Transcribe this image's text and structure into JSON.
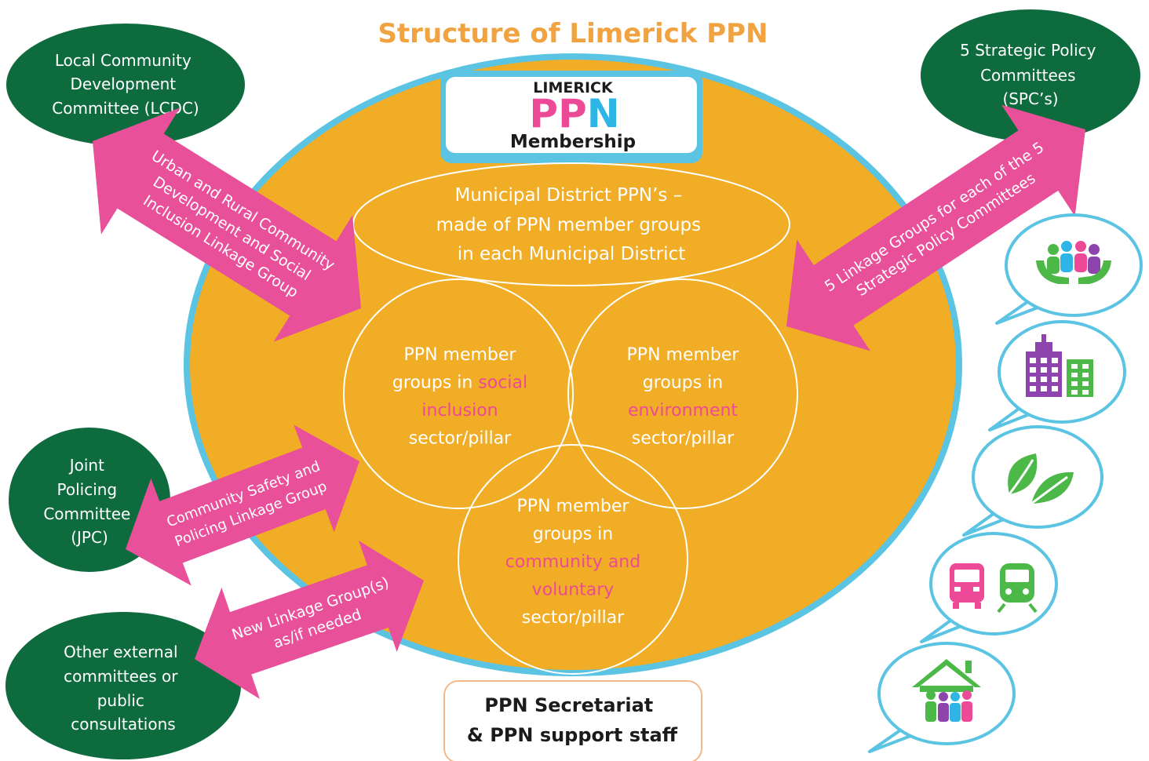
{
  "title": "Structure of Limerick PPN",
  "logo": {
    "top": "LIMERICK",
    "letters": [
      "P",
      "P",
      "N"
    ],
    "bottom": "Membership"
  },
  "municipal": {
    "lines": [
      "Municipal District PPN’s –",
      "made of PPN member groups",
      "in each Municipal District"
    ]
  },
  "pillars": {
    "social": {
      "lines": [
        [
          {
            "t": "PPN member",
            "pink": false
          }
        ],
        [
          {
            "t": "groups in ",
            "pink": false
          },
          {
            "t": "social",
            "pink": true
          }
        ],
        [
          {
            "t": "inclusion",
            "pink": true
          }
        ],
        [
          {
            "t": "sector/pillar",
            "pink": false
          }
        ]
      ]
    },
    "environment": {
      "lines": [
        [
          {
            "t": "PPN member",
            "pink": false
          }
        ],
        [
          {
            "t": "groups in",
            "pink": false
          }
        ],
        [
          {
            "t": "environment",
            "pink": true
          }
        ],
        [
          {
            "t": "sector/pillar",
            "pink": false
          }
        ]
      ]
    },
    "community": {
      "lines": [
        [
          {
            "t": "PPN member",
            "pink": false
          }
        ],
        [
          {
            "t": "groups in",
            "pink": false
          }
        ],
        [
          {
            "t": "community and",
            "pink": true
          }
        ],
        [
          {
            "t": "voluntary",
            "pink": true
          }
        ],
        [
          {
            "t": "sector/pillar",
            "pink": false
          }
        ]
      ]
    }
  },
  "committees": {
    "lcdc": {
      "lines": [
        "Local Community",
        "Development",
        "Committee (LCDC)"
      ]
    },
    "spc": {
      "lines": [
        "5 Strategic Policy",
        "Committees",
        "(SPC’s)"
      ]
    },
    "jpc": {
      "lines": [
        "Joint",
        "Policing",
        "Committee",
        "(JPC)"
      ]
    },
    "other": {
      "lines": [
        "Other external",
        "committees or",
        "public",
        "consultations"
      ]
    }
  },
  "linkages": {
    "lcdc": {
      "lines": [
        "Urban and Rural Community",
        "Development and Social",
        "Inclusion Linkage Group"
      ]
    },
    "spc": {
      "lines": [
        "5 Linkage Groups for each of the 5",
        "Strategic Policy Committees"
      ]
    },
    "jpc": {
      "lines": [
        "Community Safety and",
        "Policing Linkage Group"
      ]
    },
    "new": {
      "lines": [
        "New Linkage Group(s)",
        "as/if needed"
      ]
    }
  },
  "secretariat": {
    "lines": [
      "PPN Secretariat",
      "& PPN support staff"
    ]
  },
  "icons": [
    "people-icon",
    "buildings-icon",
    "leaves-icon",
    "transport-icon",
    "housing-icon"
  ],
  "colors": {
    "title": "#f0a340",
    "ellipse": "#f0ad25",
    "ellipse_border": "#5bc4e3",
    "committee": "#0e6b3e",
    "arrow": "#e8509a",
    "pink_text": "#ec4a97",
    "logo_p1": "#ec4a97",
    "logo_p2": "#ec4a97",
    "logo_n": "#2fb5e5",
    "bubble": "#5bc4e3"
  }
}
